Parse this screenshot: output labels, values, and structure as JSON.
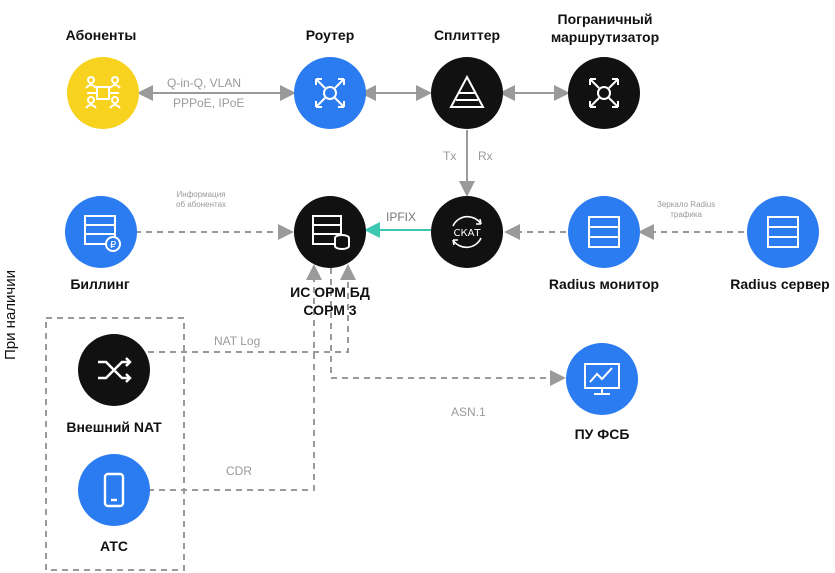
{
  "nodes": {
    "subscribers": "Абоненты",
    "router": "Роутер",
    "splitter": "Сплиттер",
    "border_router": [
      "Пограничный",
      "маршрутизатор"
    ],
    "billing": "Биллинг",
    "is_orm": [
      "ИС ОРМ БД",
      "СОРМ 3"
    ],
    "skat": "СКАТ",
    "radius_monitor": "Radius монитор",
    "radius_server": "Radius сервер",
    "external_nat": "Внешний NAT",
    "ats": "АТС",
    "pu_fsb": "ПУ ФСБ"
  },
  "edges": {
    "qinq": "Q-in-Q, VLAN",
    "pppoe": "PPPoE, IPoE",
    "tx": "Tx",
    "rx": "Rx",
    "ipfix": "IPFIX",
    "subscriber_info": [
      "Информация",
      "об абонентах"
    ],
    "radius_mirror": [
      "Зеркало Radius",
      "трафика"
    ],
    "nat_log": "NAT Log",
    "cdr": "CDR",
    "asn": "ASN.1"
  },
  "group_label": "При наличии",
  "colors": {
    "yellow": "#f7d21f",
    "blue": "#2b7cf0",
    "black": "#111111",
    "teal": "#3cc8b0",
    "gray_line": "#9a9a9a"
  }
}
